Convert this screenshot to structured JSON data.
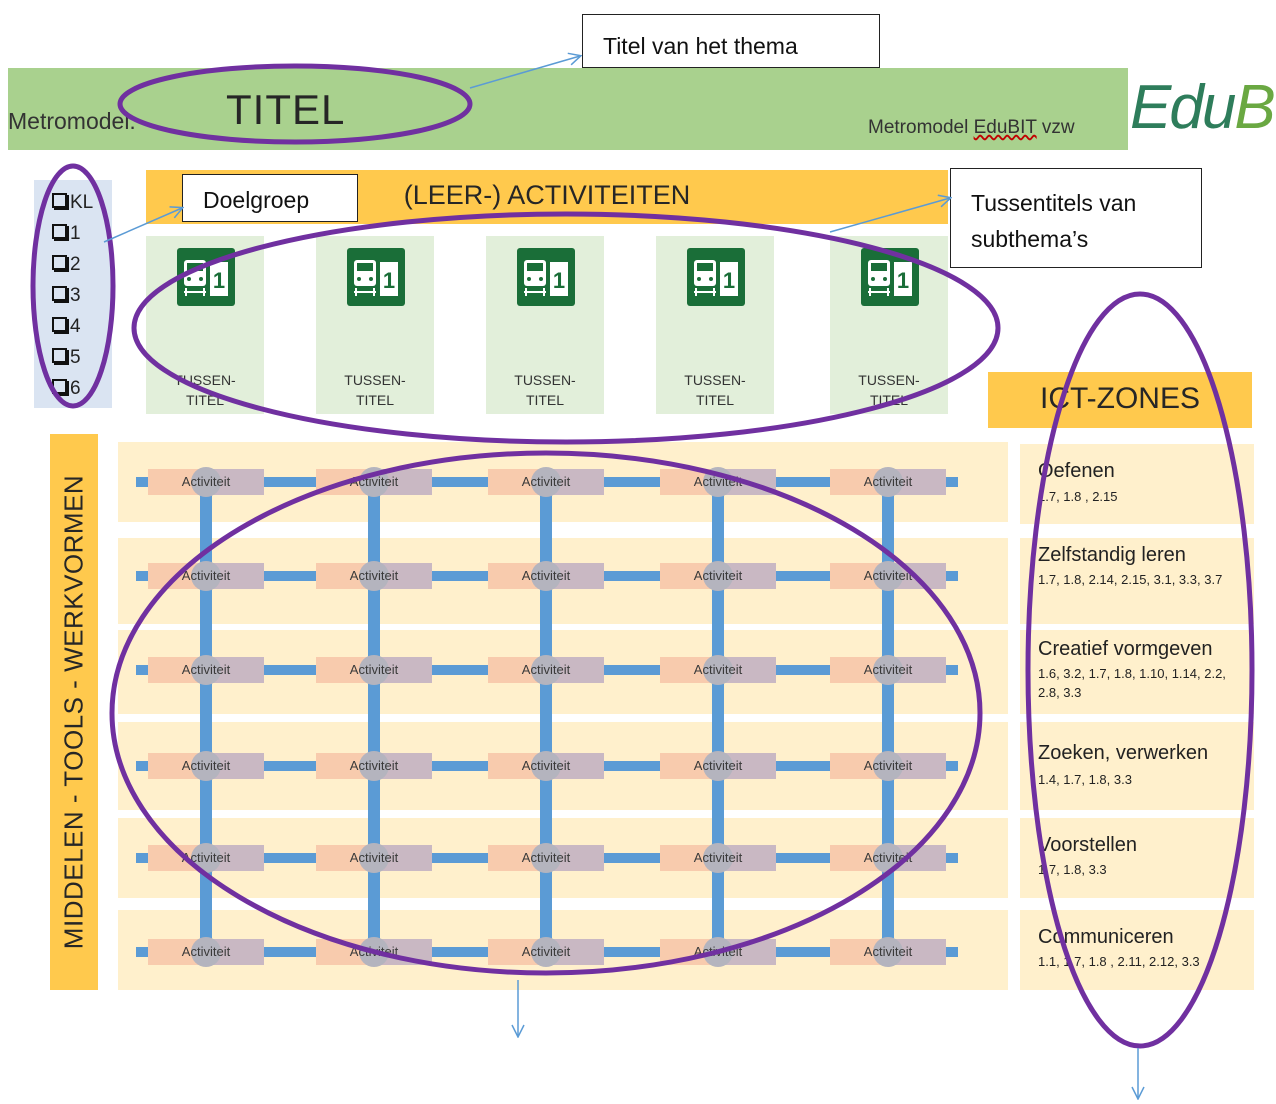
{
  "header": {
    "label": "Metromodel:",
    "title": "TITEL",
    "byline_prefix": "Metromodel ",
    "byline_org": "EduBIT",
    "byline_suffix": " vzw",
    "logo_a": "Edu",
    "logo_b": "BIT"
  },
  "callouts": {
    "theme_title": "Titel van het thema",
    "target_group": "Doelgroep",
    "subtitles_line1": "Tussentitels van",
    "subtitles_line2": "subthema’s"
  },
  "grades": [
    "KL",
    "1",
    "2",
    "3",
    "4",
    "5",
    "6"
  ],
  "activities_banner": "(LEER-) ACTIVITEITEN",
  "subthemes": [
    {
      "line1": "TUSSEN-",
      "line2": "TITEL",
      "icon": "train-station-icon"
    },
    {
      "line1": "TUSSEN-",
      "line2": "TITEL",
      "icon": "train-station-icon"
    },
    {
      "line1": "TUSSEN-",
      "line2": "TITEL",
      "icon": "train-station-icon"
    },
    {
      "line1": "TUSSEN-",
      "line2": "TITEL",
      "icon": "train-station-icon"
    },
    {
      "line1": "TUSSEN-",
      "line2": "TITEL",
      "icon": "train-station-icon"
    }
  ],
  "side_label": "MIDDELEN - TOOLS - WERKVORMEN",
  "activity_label": "Activiteit",
  "ict": {
    "title": "ICT-ZONES",
    "zones": [
      {
        "name": "Oefenen",
        "codes": "1.7, 1.8 , 2.15"
      },
      {
        "name": "Zelfstandig leren",
        "codes": "1.7, 1.8, 2.14, 2.15, 3.1, 3.3, 3.7"
      },
      {
        "name": "Creatief  vormgeven",
        "codes": "1.6, 3.2, 1.7, 1.8, 1.10, 1.14, 2.2, 2.8, 3.3"
      },
      {
        "name": "Zoeken,  verwerken",
        "codes": "1.4, 1.7, 1.8, 3.3"
      },
      {
        "name": "Voorstellen",
        "codes": "1.7, 1.8, 3.3"
      },
      {
        "name": "Communiceren",
        "codes": "1.1, 1.7, 1.8 , 2.11, 2.12, 3.3"
      }
    ]
  },
  "colors": {
    "header": "#a9d18e",
    "banner": "#ffc94d",
    "track": "#5b9bd5",
    "ellipse": "#7030a0",
    "arrow": "#5b9bd5"
  }
}
